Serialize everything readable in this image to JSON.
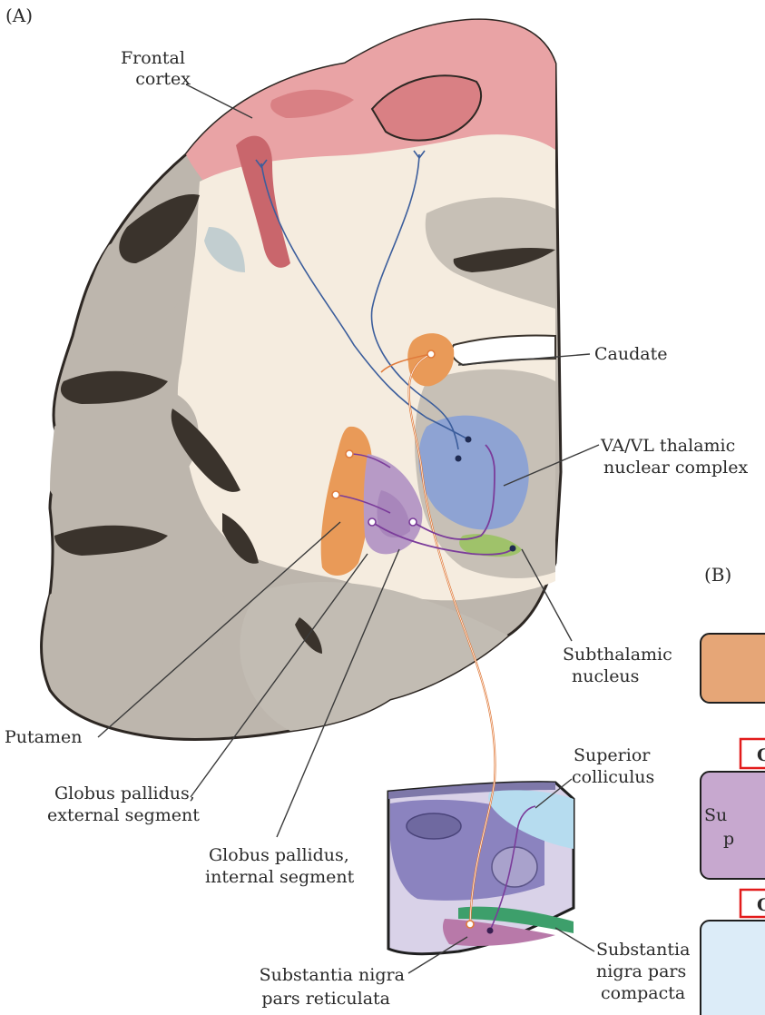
{
  "panels": {
    "a": "(A)",
    "b": "(B)"
  },
  "labels": {
    "frontal_cortex": [
      "Frontal",
      "cortex"
    ],
    "caudate": [
      "Caudate"
    ],
    "thalamus": [
      "VA/VL thalamic",
      "nuclear complex"
    ],
    "subthalamic": [
      "Subthalamic",
      "nucleus"
    ],
    "putamen": [
      "Putamen"
    ],
    "gpe": [
      "Globus pallidus,",
      "external segment"
    ],
    "gpi": [
      "Globus pallidus,",
      "internal segment"
    ],
    "sup_colliculus": [
      "Superior",
      "colliculus"
    ],
    "snr": [
      "Substantia nigra",
      "pars reticulata"
    ],
    "snc": [
      "Substantia",
      "nigra pars",
      "compacta"
    ]
  },
  "panel_b_fragments": {
    "box2_text": [
      "Su",
      "p"
    ],
    "box2_header": "G",
    "box3_header": "G"
  },
  "colors": {
    "cortex_pink": "#e9a3a5",
    "cortex_dark": "#c9666c",
    "white_matter": "#f5ecdf",
    "gray_matter": "#bdb6ad",
    "sulcus": "#3a332c",
    "striatum_orange": "#e99a58",
    "pallidum_purple": "#b79ac6",
    "thalamus_blue": "#8ea3d3",
    "subthalamic_green": "#9fc26a",
    "midbrain_purple": "#8b83bf",
    "colliculus_blue": "#b6dcef",
    "nigra_green": "#3d9f6b",
    "pathway_blue": "#3c5e9c",
    "pathway_purple": "#7b3c9a",
    "pathway_orange": "#e07b3c",
    "box_orange": "#e6a677",
    "box_purple": "#c7a8cf",
    "box_blue": "#dcecf8",
    "highlight_red": "#e21b1b"
  }
}
